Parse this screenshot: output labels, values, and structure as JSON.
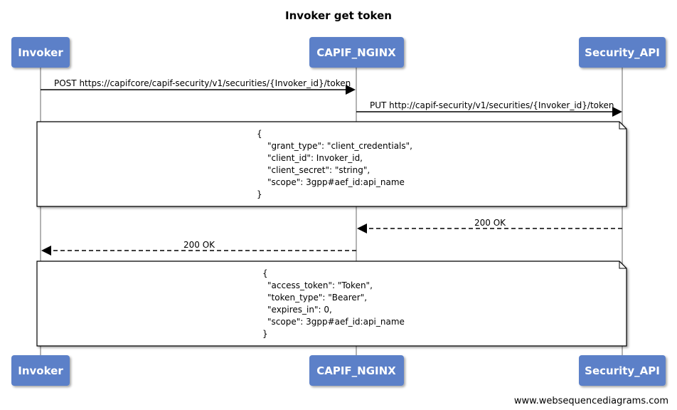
{
  "title": "Invoker get token",
  "participants": [
    {
      "id": "invoker",
      "label": "Invoker"
    },
    {
      "id": "nginx",
      "label": "CAPIF_NGINX"
    },
    {
      "id": "security",
      "label": "Security_API"
    }
  ],
  "messages": [
    {
      "label": "POST https://capifcore/capif-security/v1/securities/{Invoker_id}/token",
      "from": "Invoker",
      "to": "CAPIF_NGINX",
      "style": "solid"
    },
    {
      "label": "PUT http://capif-security/v1/securities/{Invoker_id}/token",
      "from": "CAPIF_NGINX",
      "to": "Security_API",
      "style": "solid"
    },
    {
      "label": "200 OK",
      "from": "Security_API",
      "to": "CAPIF_NGINX",
      "style": "dashed"
    },
    {
      "label": "200 OK",
      "from": "CAPIF_NGINX",
      "to": "Invoker",
      "style": "dashed"
    }
  ],
  "notes": [
    {
      "lines": [
        "{",
        "\"grant_type\": \"client_credentials\",",
        "\"client_id\": Invoker_id,",
        "\"client_secret\": \"string\",",
        "\"scope\": 3gpp#aef_id:api_name",
        "}"
      ]
    },
    {
      "lines": [
        "{",
        "\"access_token\": \"Token\",",
        "\"token_type\": \"Bearer\",",
        "\"expires_in\": 0,",
        "\"scope\": 3gpp#aef_id:api_name",
        "}"
      ]
    }
  ],
  "watermark": "www.websequencediagrams.com",
  "colors": {
    "actor_fill": "#5b80c8",
    "actor_text": "#ffffff",
    "lifeline": "#9a9a9a",
    "line": "#000000"
  }
}
